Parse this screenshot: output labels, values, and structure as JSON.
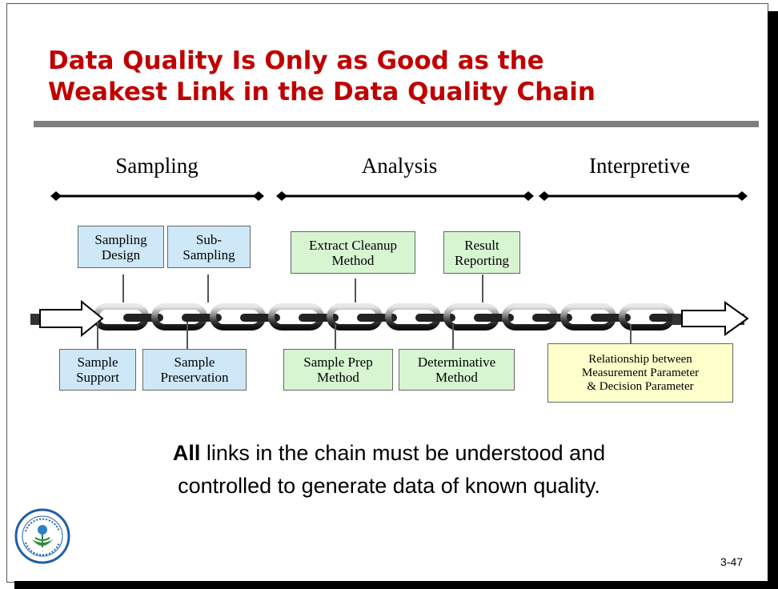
{
  "slide": {
    "title_line1": "Data Quality Is Only as Good as the",
    "title_line2": "Weakest Link in the Data Quality Chain",
    "phases": {
      "sampling": "Sampling",
      "analysis": "Analysis",
      "interpretive": "Interpretive"
    },
    "boxes_top": {
      "sampling_design": "Sampling\nDesign",
      "sub_sampling": "Sub-\nSampling",
      "extract_cleanup": "Extract Cleanup\nMethod",
      "result_reporting": "Result\nReporting"
    },
    "boxes_bottom": {
      "sample_support": "Sample\nSupport",
      "sample_preservation": "Sample\nPreservation",
      "sample_prep": "Sample Prep\nMethod",
      "determinative": "Determinative\nMethod",
      "relationship": "Relationship between\nMeasurement Parameter\n& Decision Parameter"
    },
    "footer": {
      "bold": "All",
      "rest_line1": " links in the chain must be understood and",
      "line2": "controlled to generate data of known quality."
    },
    "page_number": "3-47",
    "colors": {
      "title": "#c00000",
      "sampling_box": "#cfe8f8",
      "analysis_box": "#d8f5d2",
      "interpretive_box": "#ffffcc"
    }
  }
}
